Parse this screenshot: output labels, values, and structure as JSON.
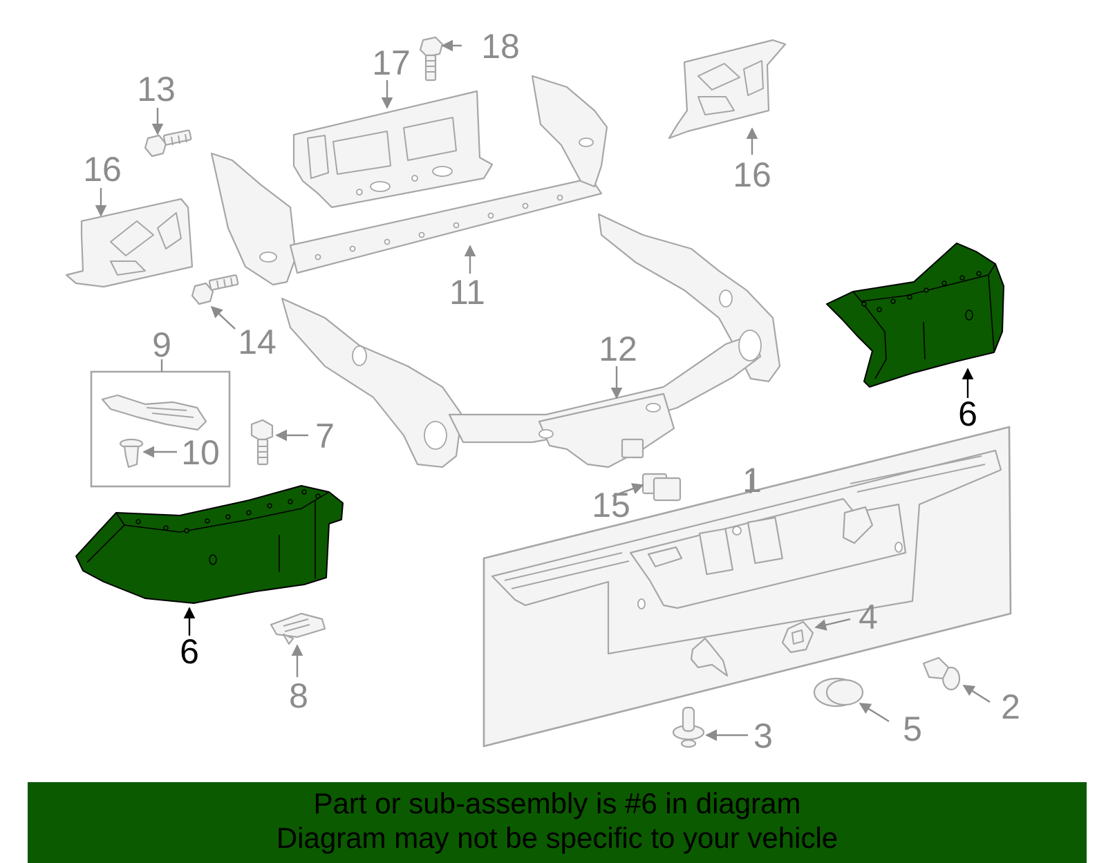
{
  "callouts": [
    {
      "id": "1",
      "text": "1"
    },
    {
      "id": "2",
      "text": "2"
    },
    {
      "id": "3",
      "text": "3"
    },
    {
      "id": "4",
      "text": "4"
    },
    {
      "id": "5",
      "text": "5"
    },
    {
      "id": "6a",
      "text": "6"
    },
    {
      "id": "6b",
      "text": "6"
    },
    {
      "id": "7",
      "text": "7"
    },
    {
      "id": "8",
      "text": "8"
    },
    {
      "id": "9",
      "text": "9"
    },
    {
      "id": "10",
      "text": "10"
    },
    {
      "id": "11",
      "text": "11"
    },
    {
      "id": "12",
      "text": "12"
    },
    {
      "id": "13",
      "text": "13"
    },
    {
      "id": "14",
      "text": "14"
    },
    {
      "id": "15",
      "text": "15"
    },
    {
      "id": "16a",
      "text": "16"
    },
    {
      "id": "16b",
      "text": "16"
    },
    {
      "id": "17",
      "text": "17"
    },
    {
      "id": "18",
      "text": "18"
    }
  ],
  "banner": {
    "line1": "Part or sub-assembly is #6 in diagram",
    "line2": "Diagram may not be specific to your vehicle"
  },
  "colors": {
    "highlight": "#0b5a00",
    "part_line": "#a6a6a6",
    "callout_text": "#8c8c8c",
    "highlight_callout_text": "#000000"
  }
}
